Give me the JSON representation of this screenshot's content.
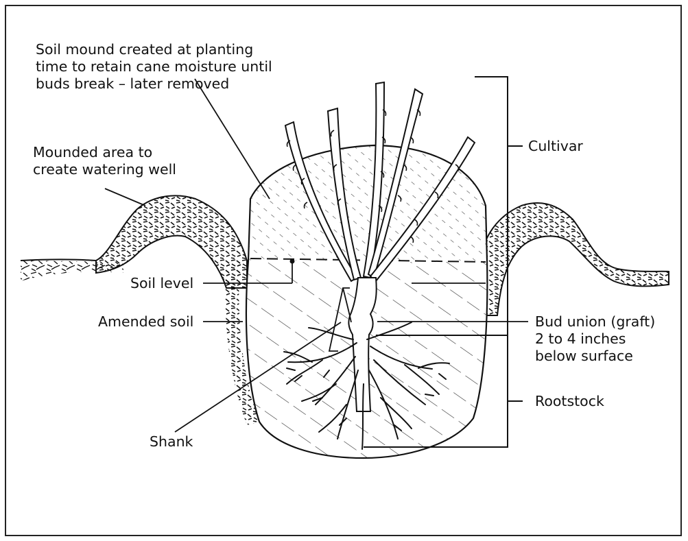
{
  "diagram": {
    "labels": {
      "soil_mound": "Soil mound created at planting\ntime to retain cane moisture until\nbuds break – later removed",
      "mounded_area": "Mounded area to\ncreate watering well",
      "cultivar": "Cultivar",
      "soil_level": "Soil level",
      "amended_soil": "Amended soil",
      "bud_union": "Bud union (graft)\n2 to 4 inches\nbelow surface",
      "rootstock": "Rootstock",
      "shank": "Shank"
    }
  }
}
